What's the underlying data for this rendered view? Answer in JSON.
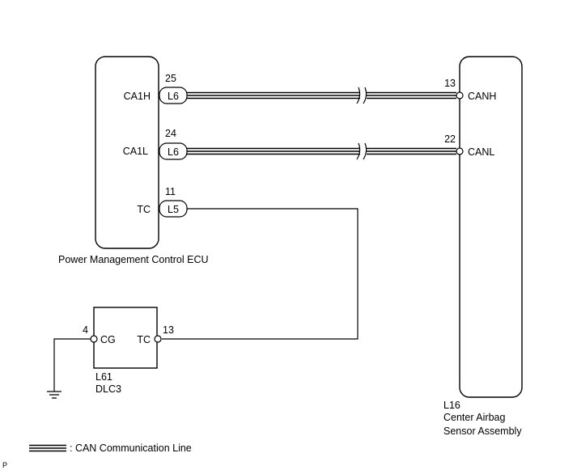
{
  "ecu": {
    "name": "Power Management Control ECU",
    "pins": [
      {
        "signal": "CA1H",
        "number": "25",
        "connector": "L6"
      },
      {
        "signal": "CA1L",
        "number": "24",
        "connector": "L6"
      },
      {
        "signal": "TC",
        "number": "11",
        "connector": "L5"
      }
    ]
  },
  "airbag": {
    "code": "L16",
    "name_line1": "Center Airbag",
    "name_line2": "Sensor Assembly",
    "pins": [
      {
        "signal": "CANH",
        "number": "13"
      },
      {
        "signal": "CANL",
        "number": "22"
      }
    ]
  },
  "dlc": {
    "code": "L61",
    "name": "DLC3",
    "pins": [
      {
        "signal": "CG",
        "number": "4"
      },
      {
        "signal": "TC",
        "number": "13"
      }
    ]
  },
  "legend": {
    "label": ": CAN Communication Line"
  },
  "footer": {
    "mark": "P"
  },
  "colors": {
    "line": "#000000",
    "background": "#ffffff"
  }
}
